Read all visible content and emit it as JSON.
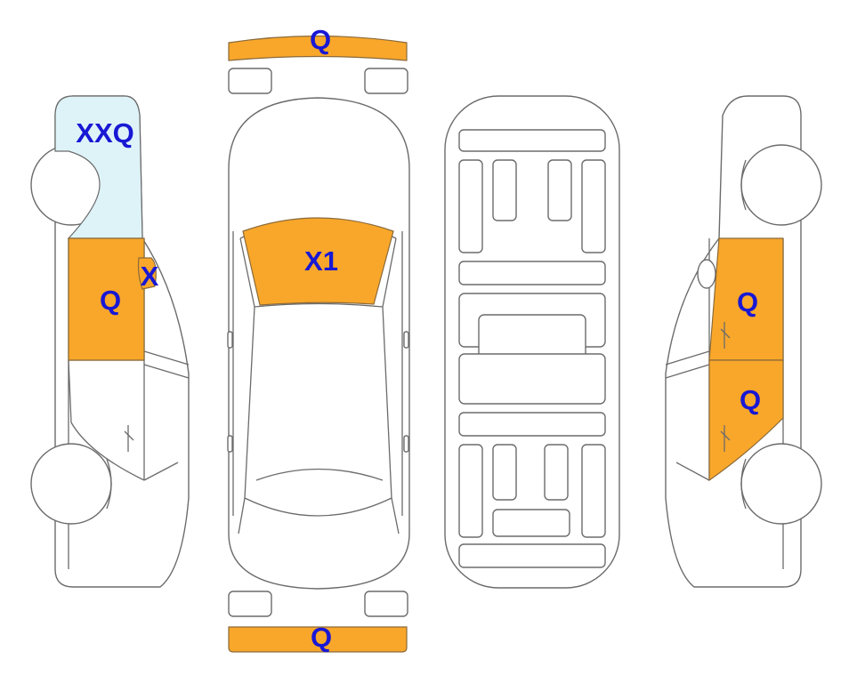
{
  "colors": {
    "damage_fill": "#F9A72A",
    "damage_stroke": "#8A6A3A",
    "light_fill": "#DEF3F8",
    "label": "#1818D4",
    "outline": "#6B6B6B"
  },
  "labels": {
    "front_bumper": "Q",
    "rear_bumper": "Q",
    "hood": "X1",
    "left_front_fender": "XXQ",
    "left_front_door": "Q",
    "left_mirror": "X",
    "right_front_door": "Q",
    "right_rear_door": "Q"
  }
}
